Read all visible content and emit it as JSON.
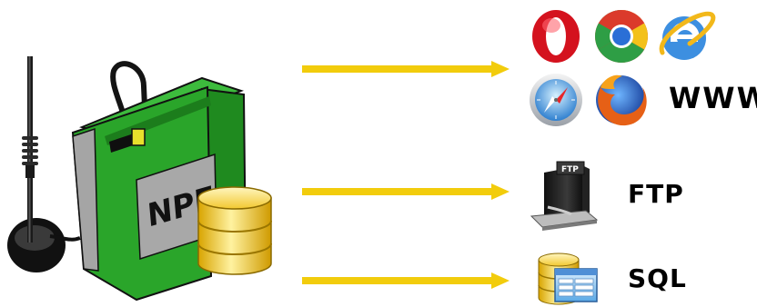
{
  "device": {
    "name": "NPE",
    "body_color": "#2aa52a",
    "dark_green": "#1b7a1b",
    "gray_panel": "#a5a5a5"
  },
  "arrow_color": "#f2cc0c",
  "destinations": [
    {
      "id": "www",
      "label": "WWW",
      "icons": [
        "opera-browser-icon",
        "chrome-browser-icon",
        "internet-explorer-icon",
        "safari-browser-icon",
        "firefox-browser-icon"
      ]
    },
    {
      "id": "ftp",
      "label": "FTP",
      "icons": [
        "ftp-server-icon"
      ]
    },
    {
      "id": "sql",
      "label": "SQL",
      "icons": [
        "sql-database-icon"
      ]
    }
  ]
}
